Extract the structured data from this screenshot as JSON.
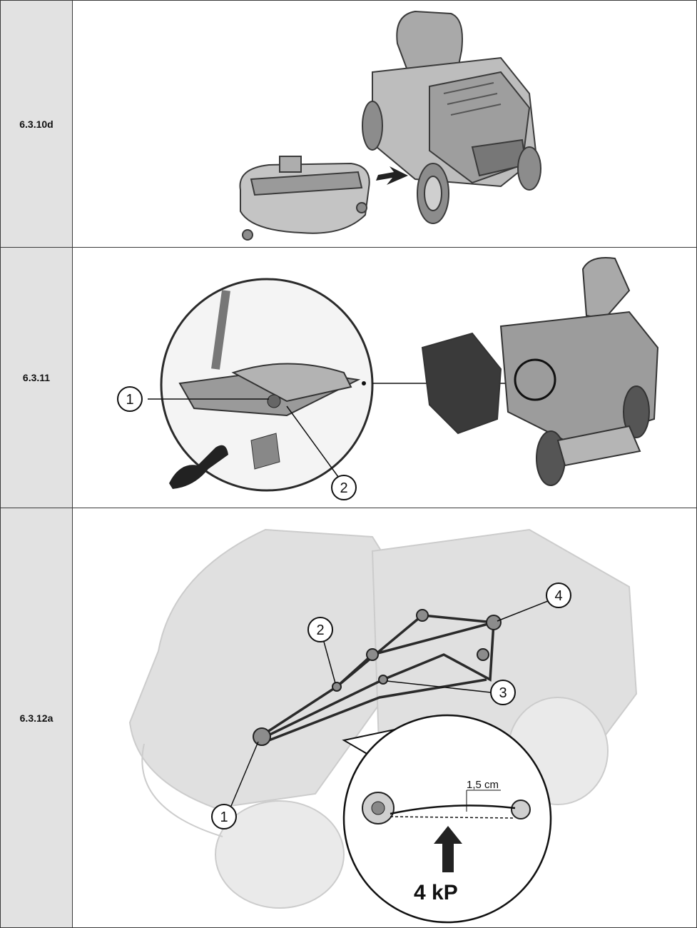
{
  "rows": [
    {
      "label": "6.3.10d",
      "figure": "mower-deck-removal"
    },
    {
      "label": "6.3.11",
      "figure": "steering-gear-adjustment",
      "callouts": [
        "1",
        "2"
      ]
    },
    {
      "label": "6.3.12a",
      "figure": "belt-routing",
      "callouts": [
        "1",
        "2",
        "3",
        "4"
      ],
      "measurement": "1,5 cm",
      "force": "4 kP"
    }
  ]
}
